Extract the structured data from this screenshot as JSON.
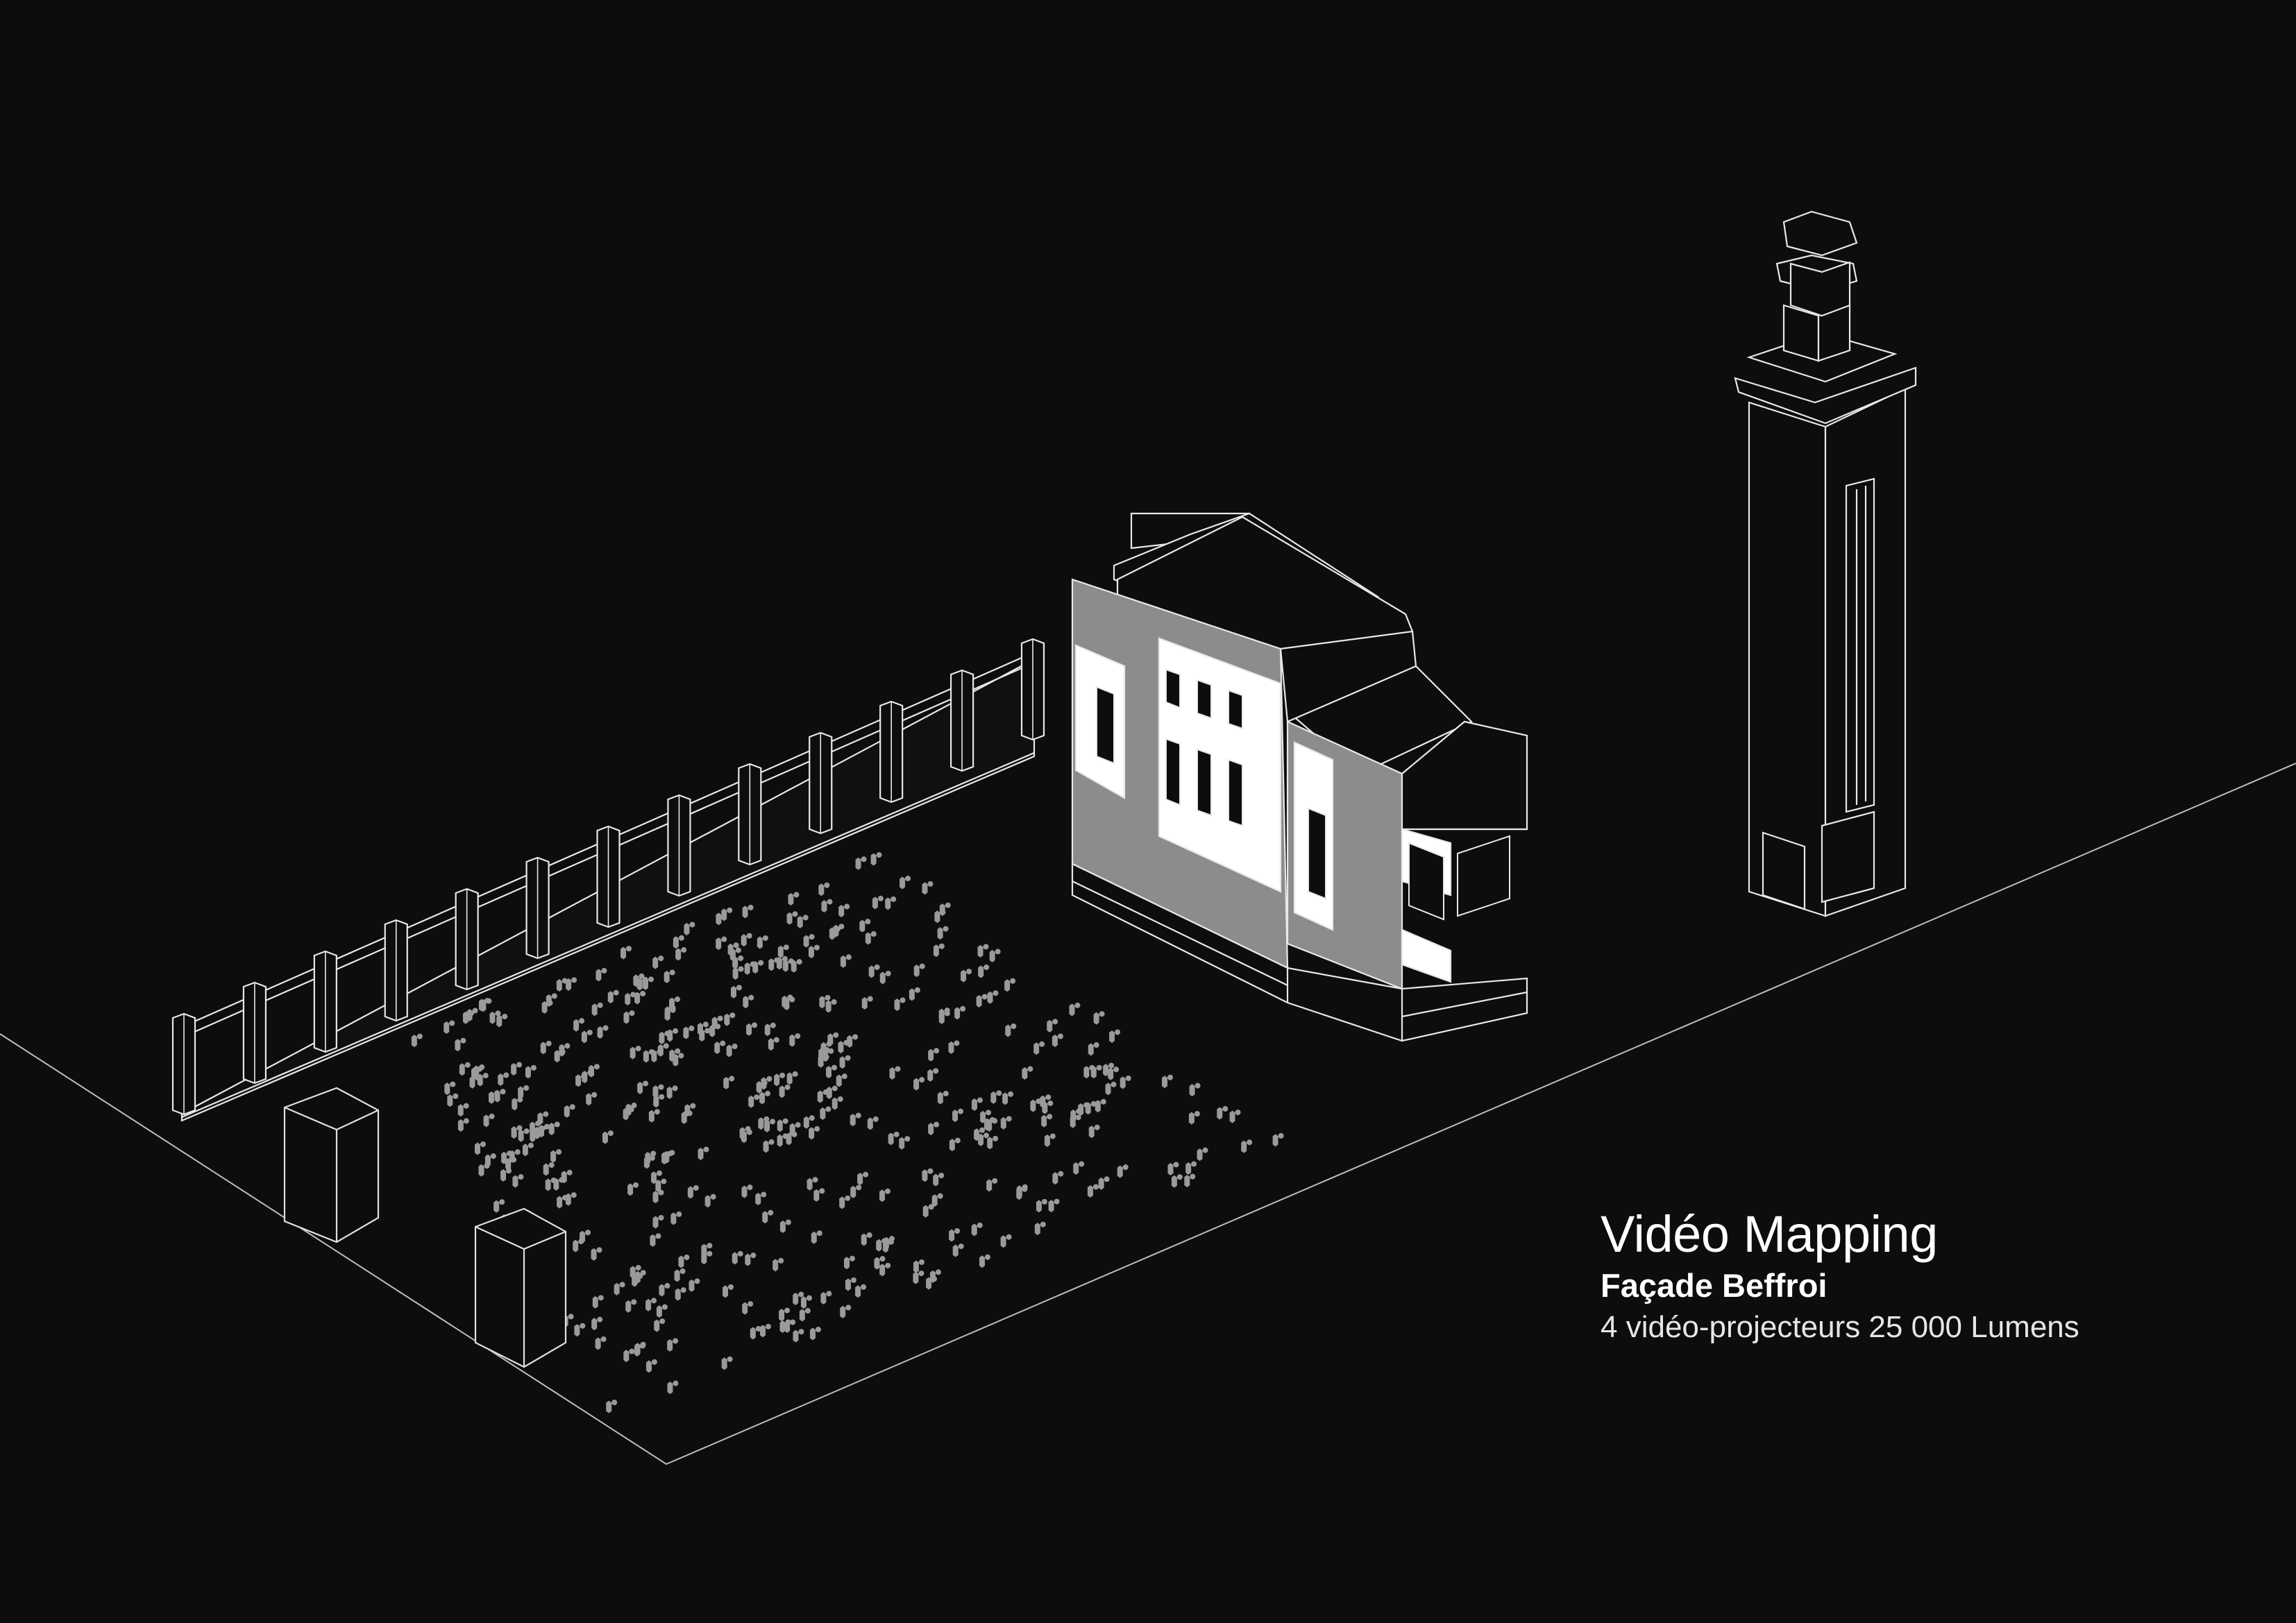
{
  "legend": {
    "title": "Vidéo Mapping",
    "subtitle": "Façade Beffroi",
    "spec": "4  vidéo-projecteurs 25 000 Lumens"
  },
  "colors": {
    "background": "#0d0d0d",
    "linework": "#ffffff",
    "projected_facade": "#8c8c8c",
    "lit_bands": "#ffffff",
    "crowd": "#9a9a9a"
  },
  "drawing": {
    "view": "axonometric",
    "elements": [
      "ground-plot-outline",
      "boundary-wall",
      "spectator-crowd",
      "projector-tower",
      "facade-building",
      "belfry-tower"
    ]
  }
}
